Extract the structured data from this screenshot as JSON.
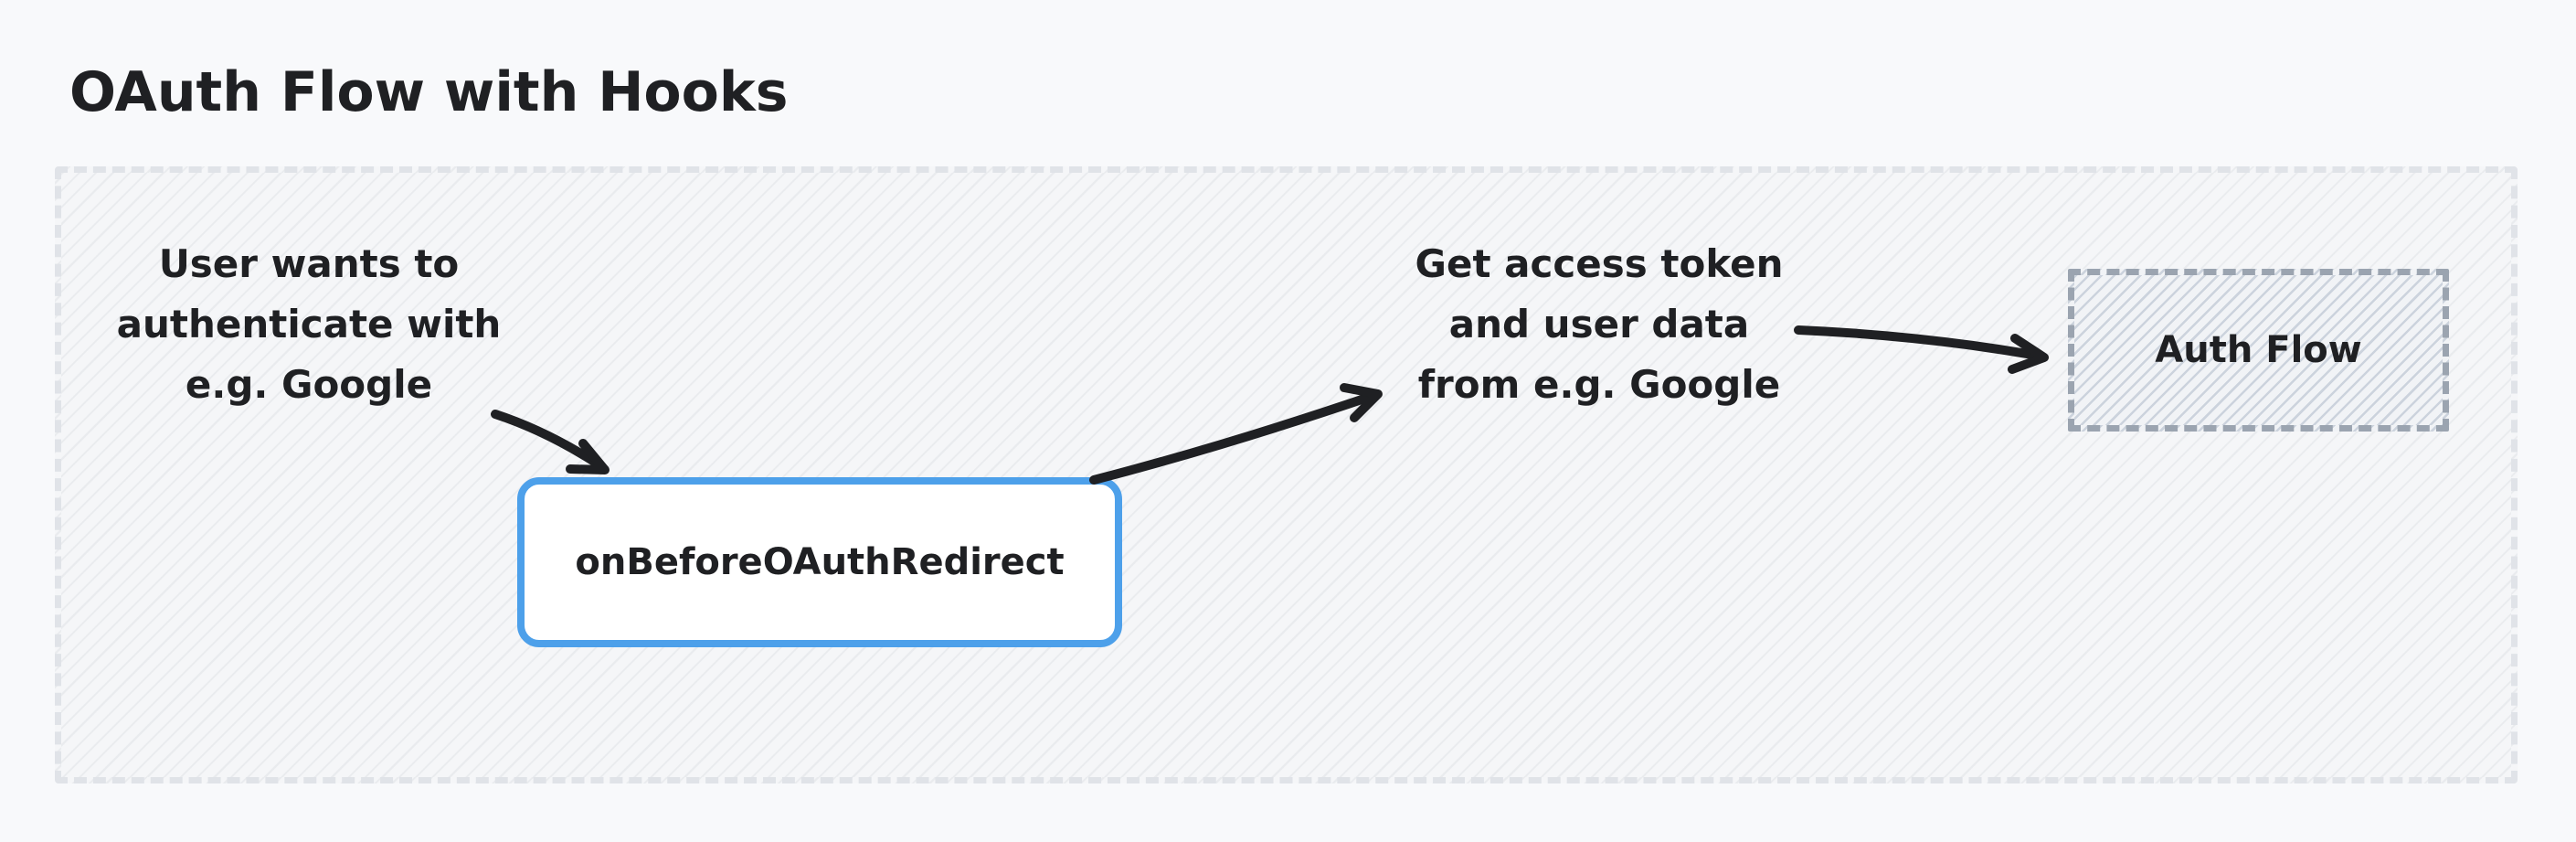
{
  "title": "OAuth Flow with Hooks",
  "colors": {
    "page-bg": "#f8f9fb",
    "ink": "#1f2023",
    "frame-border": "#e0e3e8",
    "frame-bg": "#f5f6f8",
    "frame-hatch": "#e9ebee",
    "accent-blue": "#4da0ea",
    "node-bg": "#ffffff",
    "auth-border": "#9ba4b0",
    "auth-bg": "#f1f3f6",
    "auth-hatch": "#ccd3dd",
    "arrow": "#1f2023"
  },
  "notes": {
    "left": {
      "lines": [
        "User wants to",
        "authenticate with",
        "e.g. Google"
      ]
    },
    "right": {
      "lines": [
        "Get access token",
        "and user data",
        "from e.g. Google"
      ]
    }
  },
  "nodes": {
    "hook": {
      "label": "onBeforeOAuthRedirect"
    },
    "auth": {
      "label": "Auth Flow"
    }
  },
  "arrows": [
    {
      "name": "user-to-hook"
    },
    {
      "name": "hook-to-token"
    },
    {
      "name": "token-to-auth-flow"
    }
  ]
}
